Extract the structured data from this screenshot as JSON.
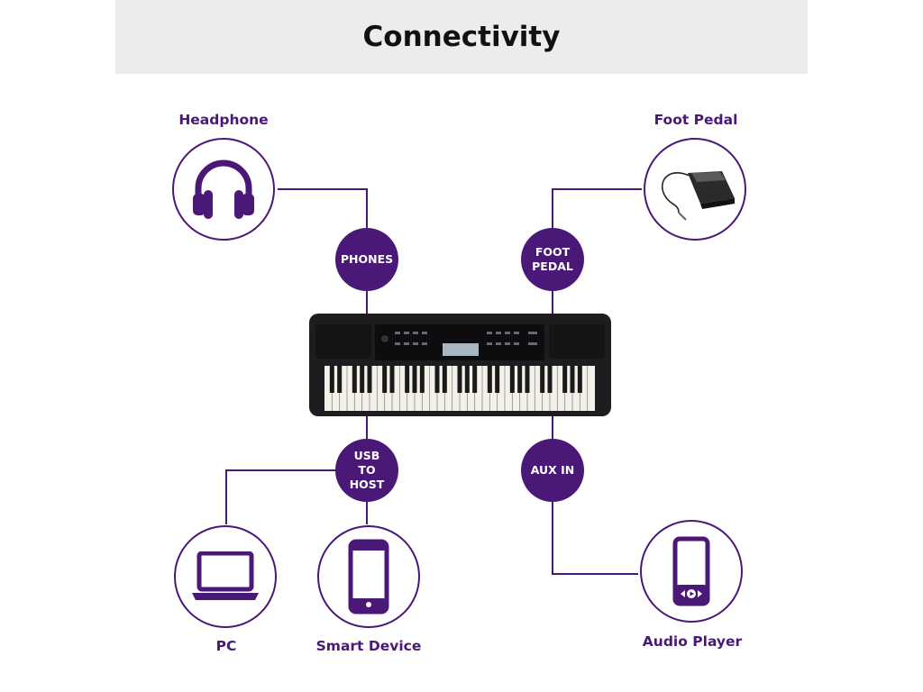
{
  "header": {
    "title": "Connectivity"
  },
  "colors": {
    "accent": "#4a1877",
    "header_bg": "#ececec",
    "keyboard_body": "#1d1d1f"
  },
  "devices": {
    "headphone": {
      "label": "Headphone",
      "icon": "headphone-icon"
    },
    "foot_pedal": {
      "label": "Foot Pedal",
      "icon": "foot-pedal-icon"
    },
    "pc": {
      "label": "PC",
      "icon": "laptop-icon"
    },
    "smart_device": {
      "label": "Smart Device",
      "icon": "smartphone-icon"
    },
    "audio_player": {
      "label": "Audio Player",
      "icon": "audio-player-icon"
    }
  },
  "ports": {
    "phones": "PHONES",
    "foot_pedal": "FOOT\nPEDAL",
    "usb_to_host": "USB\nTO\nHOST",
    "aux_in": "AUX IN"
  }
}
